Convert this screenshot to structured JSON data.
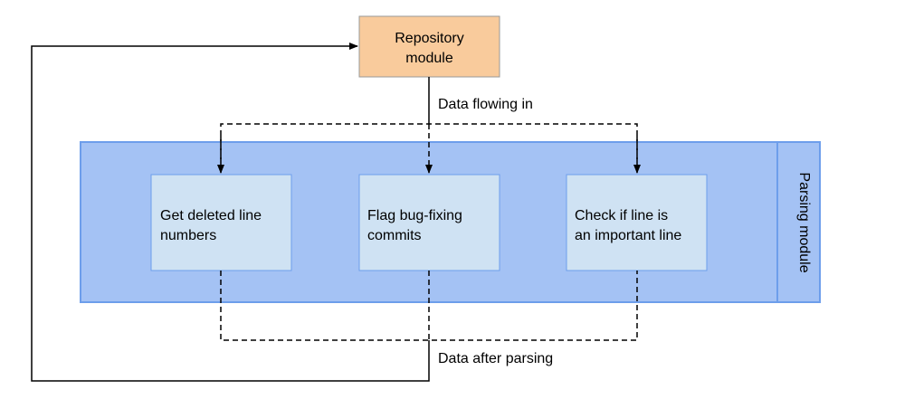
{
  "repository_module": {
    "line1": "Repository",
    "line2": "module"
  },
  "parsing_module": {
    "label": "Parsing module"
  },
  "steps": [
    {
      "line1": "Get deleted line",
      "line2": "numbers"
    },
    {
      "line1": "Flag bug-fixing",
      "line2": "commits"
    },
    {
      "line1": "Check if line is",
      "line2": "an important line"
    }
  ],
  "flow_labels": {
    "data_in": "Data flowing in",
    "data_out": "Data after parsing"
  },
  "colors": {
    "repository_fill": "#f9cb9c",
    "repository_stroke": "#999999",
    "parsing_fill": "#a4c2f4",
    "parsing_stroke": "#6d9eeb",
    "step_fill": "#cfe2f3",
    "line": "#000000"
  }
}
